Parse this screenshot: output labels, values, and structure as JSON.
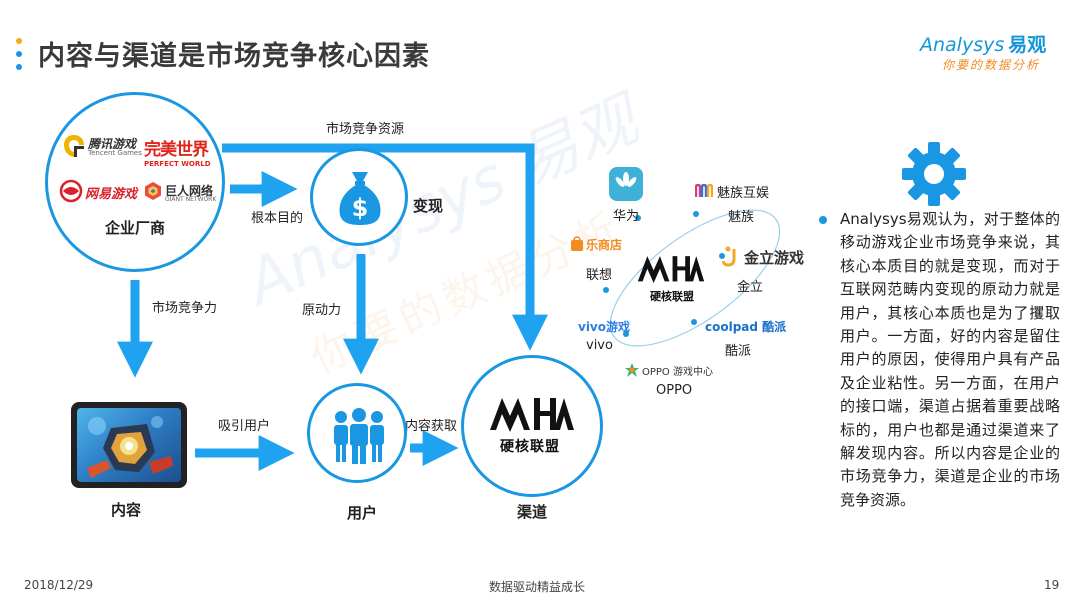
{
  "header": {
    "title": "内容与渠道是市场竞争核心因素",
    "brand_name": "Analysys",
    "brand_cn": "易观",
    "brand_slogan": "你要的数据分析"
  },
  "watermark": {
    "text": "Analysys 易观",
    "slogan": "你要的数据分析"
  },
  "nodes": {
    "enterprise": "企业厂商",
    "monetize": "变现",
    "content": "内容",
    "user": "用户",
    "channel": "渠道"
  },
  "flows": {
    "market_resource": "市场竞争资源",
    "fundamental_goal": "根本目的",
    "market_competitiveness": "市场竞争力",
    "driving_force": "原动力",
    "attract_users": "吸引用户",
    "content_acquire": "内容获取"
  },
  "companies": {
    "tencent": "腾讯游戏",
    "tencent_en": "Tencent Games",
    "perfect": "完美世界",
    "perfect_en": "PERFECT WORLD",
    "netease": "网易游戏",
    "giant": "巨人网络",
    "giant_en": "GIANT NETWORK"
  },
  "channel_logo": {
    "mark": "MHA",
    "name": "硬核联盟"
  },
  "partners": {
    "huawei": "华为",
    "meizu_logo": "魅族互娱",
    "meizu": "魅族",
    "lenovo_logo": "乐商店",
    "lenovo": "联想",
    "gionee_logo": "金立游戏",
    "gionee": "金立",
    "vivo_logo": "vivo游戏",
    "vivo": "vivo",
    "coolpad_logo": "coolpad 酷派",
    "coolpad": "酷派",
    "oppo_logo": "OPPO 游戏中心",
    "oppo": "OPPO"
  },
  "description": "Analysys易观认为，对于整体的移动游戏企业市场竞争来说，其核心本质目的就是变现，而对于互联网范畴内变现的原动力就是用户，其核心本质也是为了攫取用户。一方面，好的内容是留住用户的原因，使得用户具有产品及企业粘性。另一方面，在用户的接口端，渠道占据着重要战略标的，用户也都是通过渠道来了解发现内容。所以内容是企业的市场竞争力，渠道是企业的市场竞争资源。",
  "footer": {
    "date": "2018/12/29",
    "slogan": "数据驱动精益成长",
    "page": "19"
  },
  "colors": {
    "accent": "#1a97e2",
    "arrow": "#1fa2ef",
    "title": "#3a3a3a",
    "brand_orange": "#f28b20"
  }
}
